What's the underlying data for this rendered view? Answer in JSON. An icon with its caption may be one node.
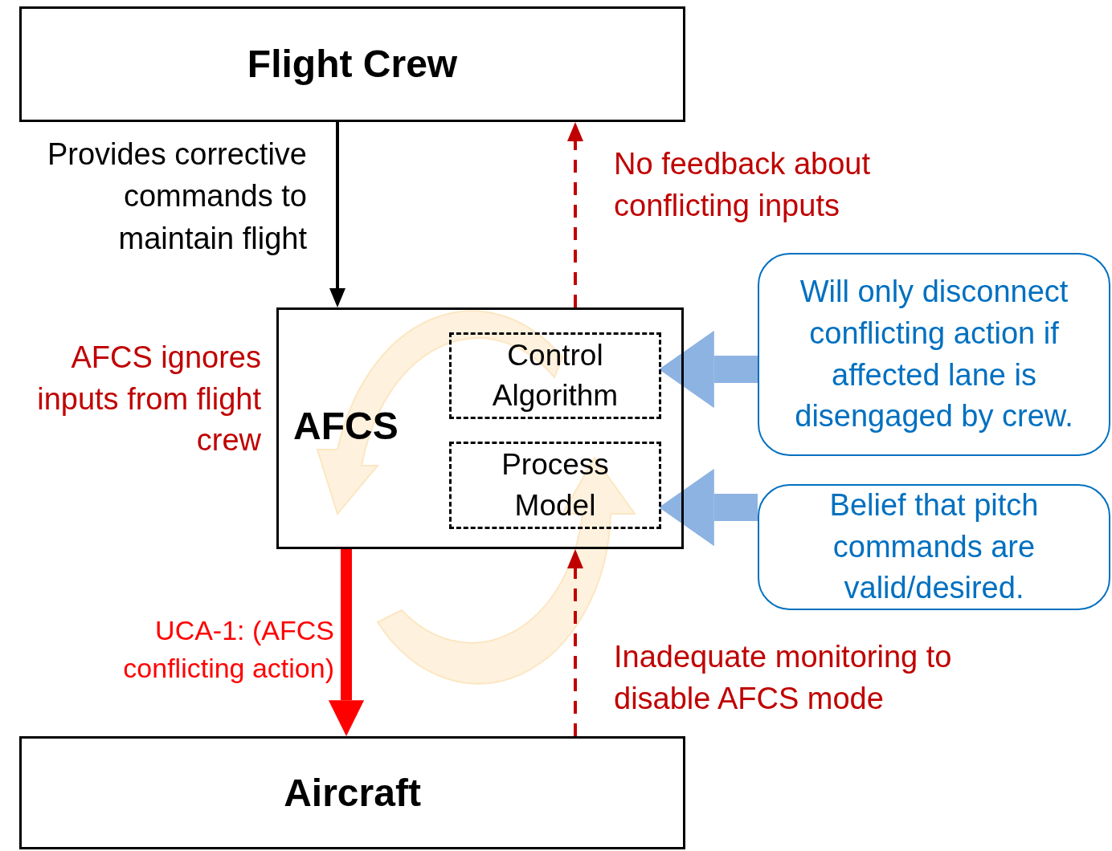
{
  "diagram": {
    "nodes": [
      {
        "text": [
          "Flight Crew"
        ]
      },
      {
        "text": [
          "AFCS"
        ]
      },
      {
        "text": [
          "Control Algorithm"
        ],
        "in": 1
      },
      {
        "text": [
          "Process Model"
        ],
        "in": 1
      },
      {
        "text": [
          "Aircraft"
        ]
      },
      {
        "text": [
          "Will only disconnect conflicting action if affected lane is disengaged by crew."
        ]
      },
      {
        "text": [
          "Belief that pitch commands are valid/desired."
        ]
      }
    ],
    "edges": [
      {
        "from": 0,
        "to": 1,
        "arrow": "to",
        "color": "#000000",
        "label": "Provides corrective commands to maintain flight"
      },
      {
        "from": 1,
        "to": 0,
        "arrow": "to",
        "style": "dashed",
        "color": "#c00000",
        "label": "No feedback about conflicting inputs"
      },
      {
        "from": 1,
        "to": 4,
        "arrow": "to",
        "style": "thick",
        "color": "#ff0000",
        "label": "UCA-1: (AFCS conflicting action)"
      },
      {
        "from": 4,
        "to": 1,
        "arrow": "to",
        "style": "dashed",
        "color": "#c00000",
        "label": "Inadequate monitoring to disable AFCS mode"
      },
      {
        "from": 5,
        "to": 2,
        "arrow": "to",
        "style": "thick",
        "color": "#8db3e2"
      },
      {
        "from": 6,
        "to": 3,
        "arrow": "to",
        "style": "thick",
        "color": "#8db3e2"
      }
    ],
    "labels": [
      "AFCS ignores inputs from flight crew"
    ]
  }
}
